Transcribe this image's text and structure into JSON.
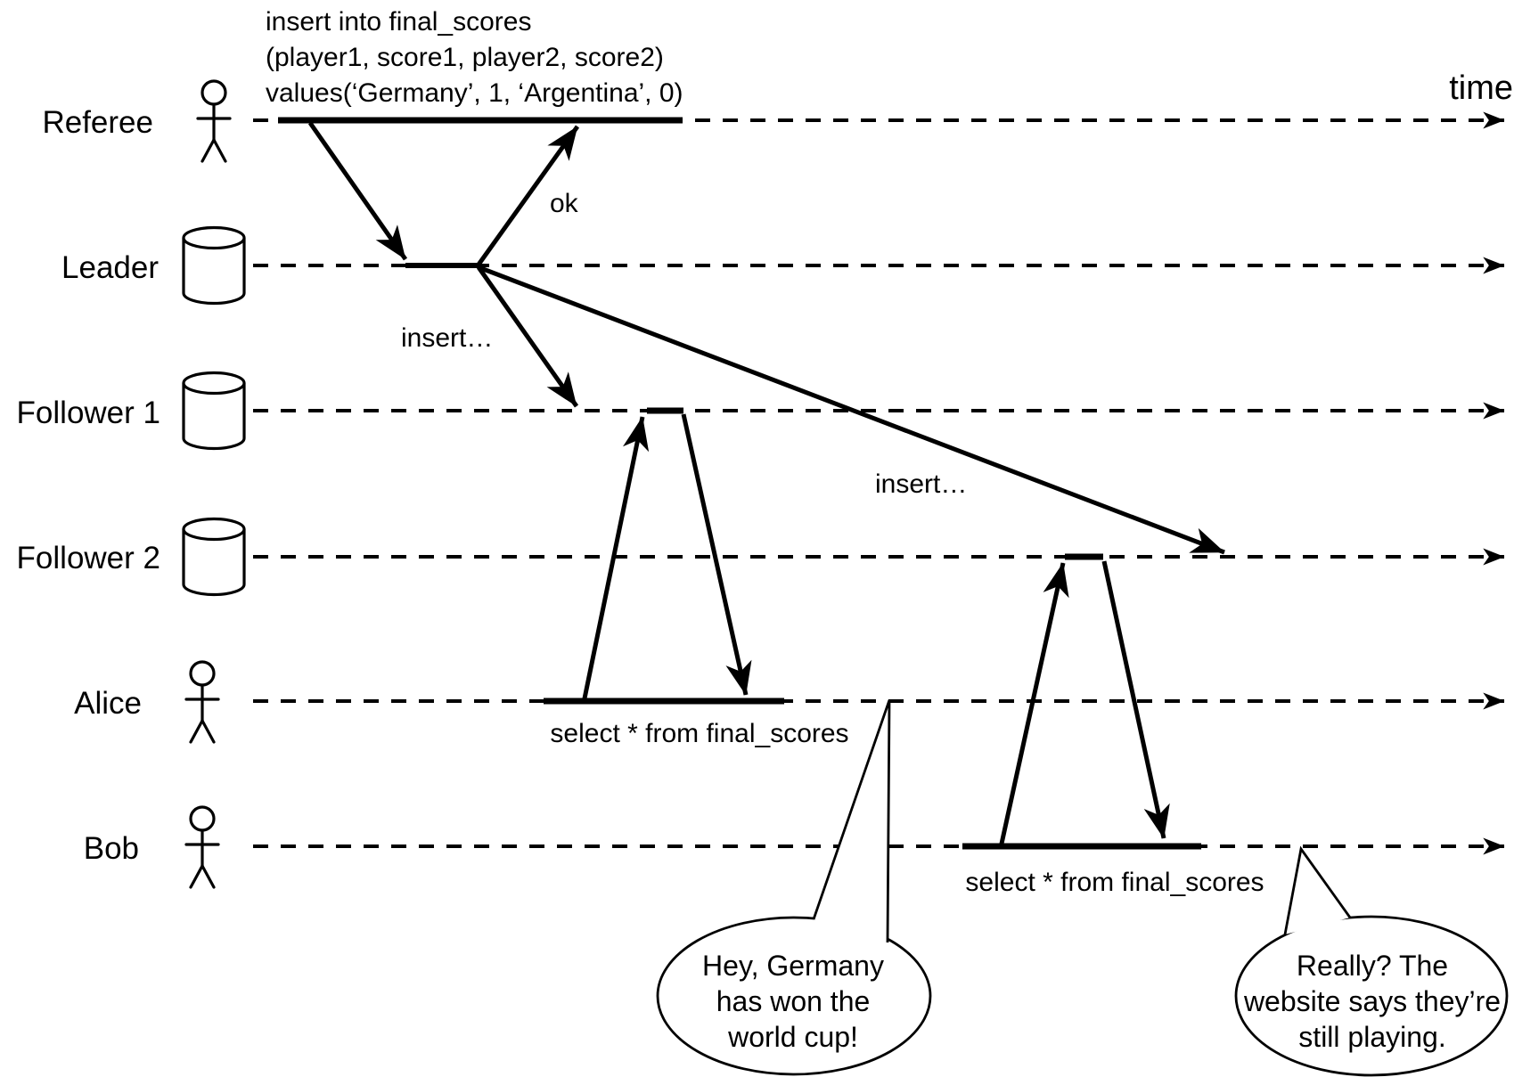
{
  "figure": {
    "time_label": "time",
    "query_annotation": {
      "line1": "insert into final_scores",
      "line2": "(player1, score1, player2, score2)",
      "line3": "values(‘Germany’, 1, ‘Argentina’, 0)"
    },
    "lanes": [
      {
        "label": "Referee",
        "icon": "person-icon"
      },
      {
        "label": "Leader",
        "icon": "database-icon"
      },
      {
        "label": "Follower 1",
        "icon": "database-icon"
      },
      {
        "label": "Follower 2",
        "icon": "database-icon"
      },
      {
        "label": "Alice",
        "icon": "person-icon"
      },
      {
        "label": "Bob",
        "icon": "person-icon"
      }
    ],
    "messages": {
      "ok": "ok",
      "insert_to_follower1": "insert…",
      "insert_to_follower2": "insert…",
      "alice_select": "select * from final_scores",
      "bob_select": "select * from final_scores"
    },
    "speech": {
      "alice": {
        "line1": "Hey, Germany",
        "line2": "has won the",
        "line3": "world cup!"
      },
      "bob": {
        "line1": "Really? The",
        "line2": "website says they’re",
        "line3": "still playing."
      }
    },
    "colors": {
      "ink": "#000000",
      "background": "#ffffff"
    }
  }
}
